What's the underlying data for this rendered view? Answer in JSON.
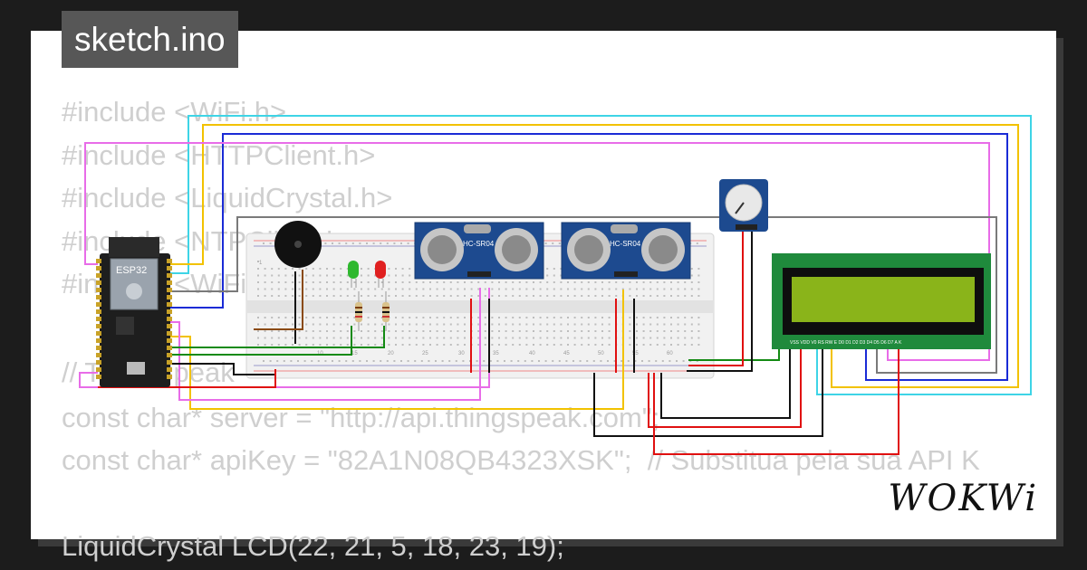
{
  "header": {
    "title": "sketch.ino"
  },
  "code_lines": [
    "#include <WiFi.h>",
    "#include <HTTPClient.h>",
    "#include <LiquidCrystal.h>",
    "#include <NTPClient.h>",
    "#include <WiFiUdp.h>",
    "",
    "// ThingSpeak",
    "const char* server = \"http://api.thingspeak.com\";",
    "const char* apiKey = \"82A1N08QB4323XSK\";  // Substitua pela sua API K",
    "",
    "LiquidCrystal LCD(22, 21, 5, 18, 23, 19);"
  ],
  "components": {
    "esp32_label": "ESP32",
    "sensor1_label": "HC-SR04",
    "sensor2_label": "HC-SR04",
    "lcd_pin_labels": "VSS VDD V0 RS RW E D0 D1 D2 D3 D4 D5 D6 D7 A K",
    "breadboard_numbers": [
      "1",
      "5",
      "10",
      "15",
      "20",
      "25",
      "30",
      "35",
      "40",
      "45",
      "50",
      "55",
      "60"
    ]
  },
  "branding": {
    "logo": "WOKWi"
  },
  "colors": {
    "background": "#1c1c1c",
    "card": "#ffffff",
    "title_tab": "#575757",
    "code_text": "#cfcfcf",
    "wire_cyan": "#3ed4e6",
    "wire_yellow": "#f2c200",
    "wire_blue": "#1a2bd6",
    "wire_magenta": "#e86ce8",
    "wire_gray": "#7a7a7a",
    "wire_green": "#138a13",
    "wire_red": "#e01010",
    "wire_black": "#111111",
    "lcd_board": "#1f8a3c",
    "lcd_screen": "#8ab41a"
  }
}
